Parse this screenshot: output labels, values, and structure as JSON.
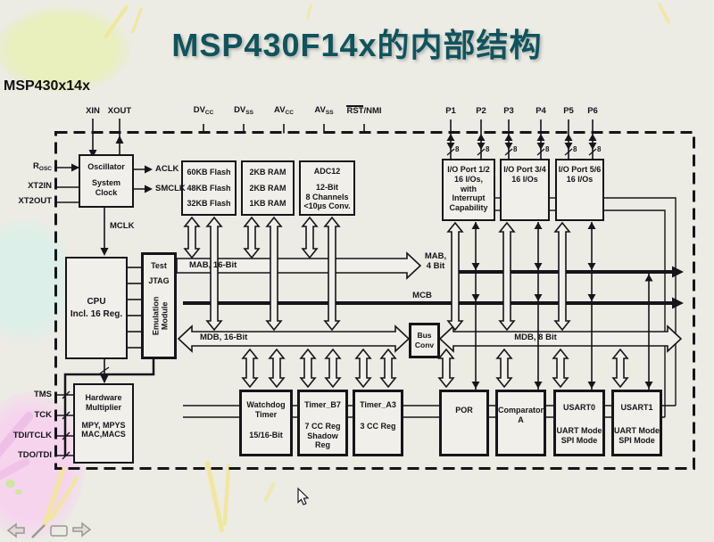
{
  "slide": {
    "title": "MSP430F14x的内部结构",
    "chip_label": "MSP430x14x"
  },
  "colors": {
    "title_text": "#0f545d",
    "diagram_ink": "#15151a",
    "block_fill": "#f1efe9",
    "slide_bg": "#ecebe4"
  },
  "pins": {
    "xin": "XIN",
    "xout": "XOUT",
    "power": [
      {
        "main": "DV",
        "sub": "CC"
      },
      {
        "main": "DV",
        "sub": "SS"
      },
      {
        "main": "AV",
        "sub": "CC"
      },
      {
        "main": "AV",
        "sub": "SS"
      }
    ],
    "rst": {
      "overline": "RST",
      "rest": "/NMI"
    },
    "ports": [
      "P1",
      "P2",
      "P3",
      "P4",
      "P5",
      "P6"
    ],
    "port_bus_width": "8",
    "rosc": {
      "main": "R",
      "sub": "OSC"
    },
    "xt2in": "XT2IN",
    "xt2out": "XT2OUT",
    "jtag": [
      "TMS",
      "TCK",
      "TDI/TCLK",
      "TDO/TDI"
    ]
  },
  "clocks": {
    "aclk": "ACLK",
    "smclk": "SMCLK",
    "mclk": "MCLK"
  },
  "buses": {
    "mab16": "MAB, 16-Bit",
    "mab4_line1": "MAB,",
    "mab4_line2": "4 Bit",
    "mcb": "MCB",
    "mdb16": "MDB, 16-Bit",
    "mdb8": "MDB, 8 Bit"
  },
  "blocks": {
    "oscillator": {
      "lines": [
        "Oscillator",
        "System",
        "Clock"
      ]
    },
    "flash": {
      "lines": [
        "60KB Flash",
        "48KB Flash",
        "32KB Flash"
      ]
    },
    "ram": {
      "lines": [
        "2KB RAM",
        "2KB RAM",
        "1KB RAM"
      ]
    },
    "adc": {
      "lines": [
        "ADC12",
        "12-Bit",
        "8 Channels",
        "<10µs Conv."
      ]
    },
    "port12": {
      "lines": [
        "I/O Port 1/2",
        "16 I/Os,",
        "with",
        "Interrupt",
        "Capability"
      ]
    },
    "port34": {
      "lines": [
        "I/O Port 3/4",
        "16 I/Os"
      ]
    },
    "port56": {
      "lines": [
        "I/O Port 5/6",
        "16 I/Os"
      ]
    },
    "cpu": {
      "lines": [
        "CPU",
        "Incl. 16 Reg."
      ]
    },
    "test": {
      "lines": [
        "Test",
        "JTAG"
      ]
    },
    "emulation": {
      "lines": [
        "Emulation",
        "Module"
      ]
    },
    "hw_multiplier": {
      "lines": [
        "Hardware",
        "Multiplier",
        "MPY, MPYS",
        "MAC,MACS"
      ]
    },
    "watchdog": {
      "lines": [
        "Watchdog",
        "Timer",
        "15/16-Bit"
      ]
    },
    "timer_b7": {
      "lines": [
        "Timer_B7",
        "7 CC Reg",
        "Shadow",
        "Reg"
      ]
    },
    "timer_a3": {
      "lines": [
        "Timer_A3",
        "3 CC Reg"
      ]
    },
    "por": {
      "lines": [
        "POR"
      ]
    },
    "comparator": {
      "lines": [
        "Comparator",
        "A"
      ]
    },
    "usart0": {
      "lines": [
        "USART0",
        "UART Mode",
        "SPI Mode"
      ]
    },
    "usart1": {
      "lines": [
        "USART1",
        "UART Mode",
        "SPI Mode"
      ]
    },
    "bus_conv": {
      "lines": [
        "Bus",
        "Conv"
      ]
    }
  },
  "nav": {
    "icons": [
      "back-arrow",
      "pen",
      "slide-box",
      "forward-arrow"
    ]
  }
}
